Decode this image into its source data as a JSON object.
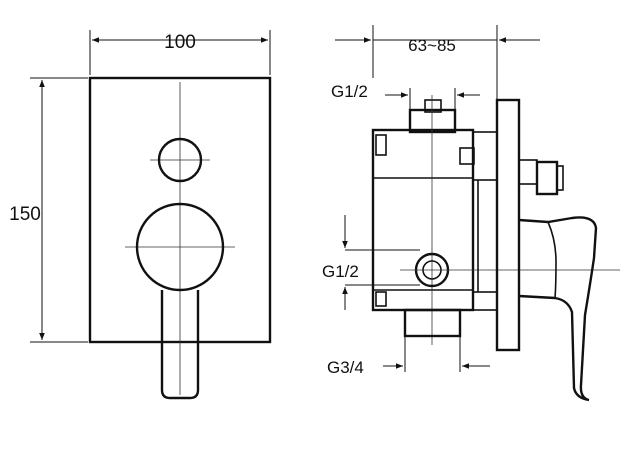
{
  "dimensions": {
    "front_width": "100",
    "front_height": "150",
    "side_depth": "63~85",
    "top_inlet": "G1/2",
    "side_inlet": "G1/2",
    "bottom_outlet": "G3/4"
  },
  "colors": {
    "line": "#111111",
    "background": "#ffffff"
  }
}
